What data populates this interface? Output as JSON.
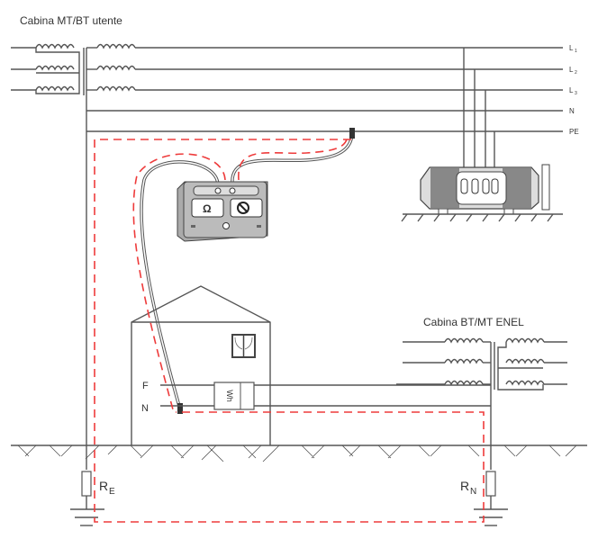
{
  "title_left": "Cabina MT/BT utente",
  "title_right": "Cabina BT/MT ENEL",
  "lines": {
    "l1_main": "L",
    "l1_sub": "1",
    "l2_main": "L",
    "l2_sub": "2",
    "l3_main": "L",
    "l3_sub": "3",
    "n": "N",
    "pe": "PE"
  },
  "house": {
    "f": "F",
    "n": "N",
    "meter": "Wh"
  },
  "instrument": {
    "ohm": "Ω"
  },
  "resistors": {
    "re_main": "R",
    "re_sub": "E",
    "rn_main": "R",
    "rn_sub": "N"
  },
  "colors": {
    "loop": "#ee3b3b",
    "wire": "#555555"
  }
}
